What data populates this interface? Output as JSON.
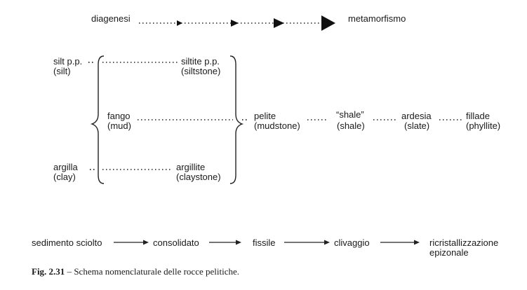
{
  "top_row": {
    "start": "diagenesi",
    "end": "metamorfismo"
  },
  "grains": {
    "silt": {
      "name": "silt p.p.",
      "en": "(silt)"
    },
    "mud": {
      "name": "fango",
      "en": "(mud)"
    },
    "clay": {
      "name": "argilla",
      "en": "(clay)"
    }
  },
  "consolidated": {
    "siltite": {
      "name": "siltite p.p.",
      "en": "(siltstone)"
    },
    "argillite": {
      "name": "argillite",
      "en": "(claystone)"
    }
  },
  "sequence": [
    {
      "name": "pelite",
      "en": "(mudstone)"
    },
    {
      "name": "“shale”",
      "en": "(shale)"
    },
    {
      "name": "ardesia",
      "en": "(slate)"
    },
    {
      "name": "fillade",
      "en": "(phyllite)"
    }
  ],
  "stages": [
    "sedimento sciolto",
    "consolidato",
    "fissile",
    "clivaggio"
  ],
  "final_stage": {
    "line1": "ricristallizzazione",
    "line2": "epizonale"
  },
  "caption": {
    "label": "Fig. 2.31",
    "text": " – Schema nomenclaturale delle rocce pelitiche."
  }
}
